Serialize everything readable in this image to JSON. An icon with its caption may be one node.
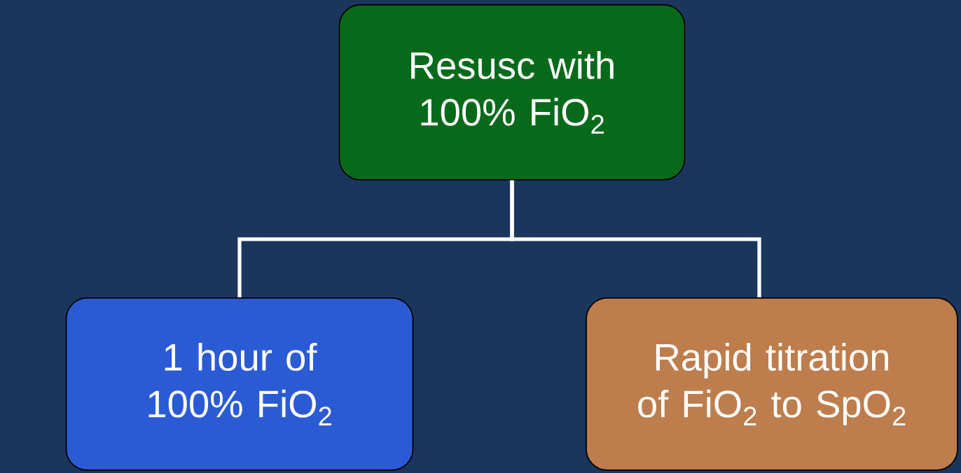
{
  "diagram": {
    "nodes": [
      {
        "text": [
          "Resusc with 100% FiO$_{2}$"
        ]
      },
      {
        "text": [
          "1 hour of 100% FiO$_{2}$"
        ]
      },
      {
        "text": [
          "Rapid titration of FiO$_{2}$ to SpO$_{2}$"
        ]
      }
    ],
    "edges": [
      {
        "from": 0,
        "to": 1,
        "arrow": "none"
      },
      {
        "from": 0,
        "to": 2,
        "arrow": "none"
      }
    ]
  }
}
